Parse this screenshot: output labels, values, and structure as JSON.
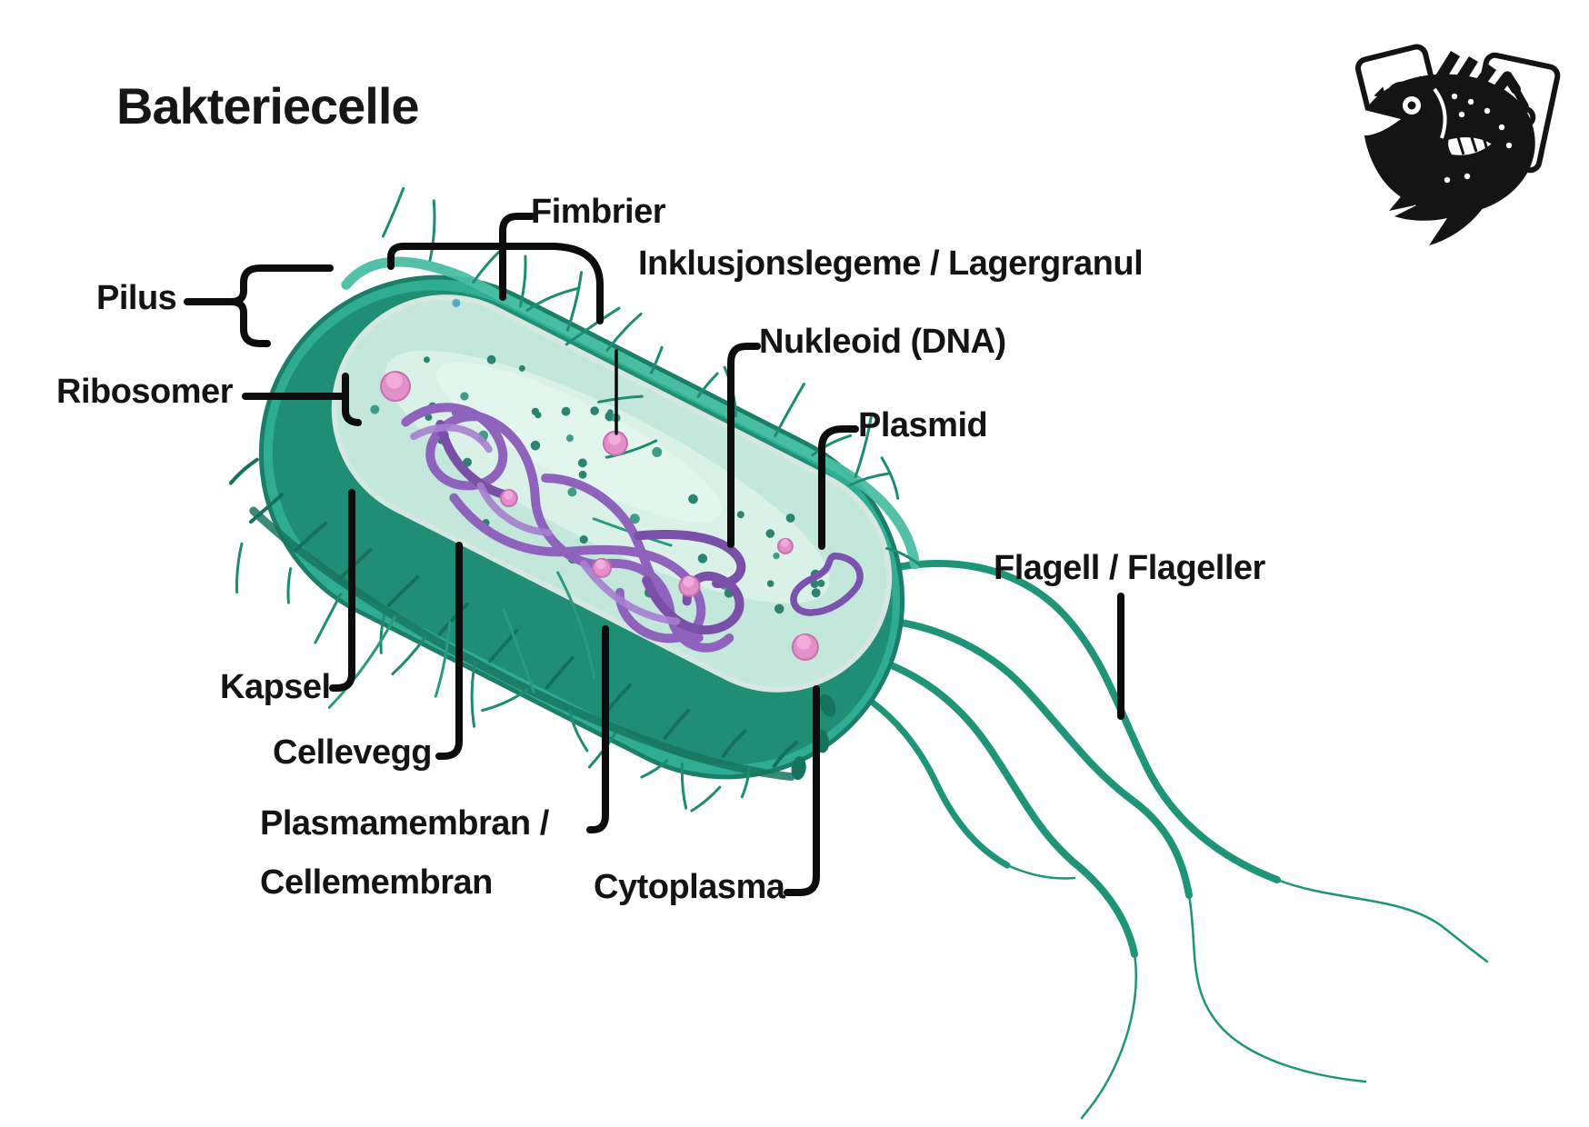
{
  "title": "Bakteriecelle",
  "labels": {
    "pilus": {
      "text": "Pilus"
    },
    "fimbrier": {
      "text": "Fimbrier"
    },
    "inklusjonslegeme": {
      "text": "Inklusjonslegeme / Lagergranul"
    },
    "nukleoid": {
      "text": "Nukleoid (DNA)"
    },
    "plasmid": {
      "text": "Plasmid"
    },
    "ribosomer": {
      "text": "Ribosomer"
    },
    "flagell": {
      "text": "Flagell / Flageller"
    },
    "kapsel": {
      "text": "Kapsel"
    },
    "cellevegg": {
      "text": "Cellevegg"
    },
    "plasmamembran": {
      "line1": "Plasmamembran /",
      "line2": "Cellemembran"
    },
    "cytoplasma": {
      "text": "Cytoplasma"
    }
  },
  "logo": {
    "icon": "fish-science-logo",
    "parts": [
      "fish-card-icon",
      "microscope-card-icon",
      "fish-icon"
    ]
  },
  "colors": {
    "background": "#ffffff",
    "text": "#141414",
    "leader_line": "#0c0c0c",
    "capsule_outer": "#2fad92",
    "capsule_rim": "#49bea3",
    "cell_wall": "#1f8e75",
    "membrane": "#d5e7e0",
    "cytoplasm": "#c3e7db",
    "cytoplasm_light": "#daf1e8",
    "ribosome_dot": "#2b8470",
    "nucleoid_purple": "#8f63bd",
    "plasmid_purple": "#7b52ae",
    "granule_pink": "#e38fc9",
    "flagella": "#1e9478",
    "logo_black": "#141414"
  }
}
